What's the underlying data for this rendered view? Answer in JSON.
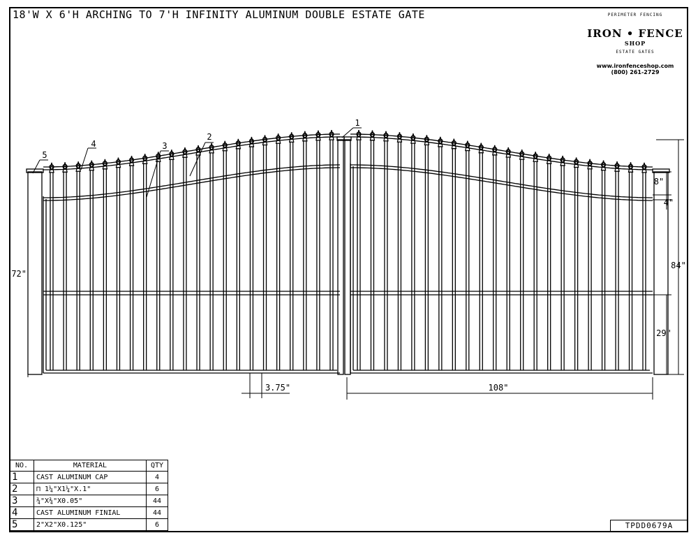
{
  "title": "18'W X 6'H ARCHING TO 7'H INFINITY ALUMINUM DOUBLE ESTATE GATE",
  "logo": {
    "arc_top": "PERIMETER FENCING",
    "brand": "IRON • FENCE",
    "sub": "SHOP",
    "arc_bottom": "ESTATE GATES",
    "url": "www.ironfenceshop.com",
    "phone": "(800) 261-2729"
  },
  "callouts": [
    "1",
    "2",
    "3",
    "4",
    "5"
  ],
  "dimensions": {
    "left_height": "72\"",
    "right_height": "84\"",
    "top_gap": "8\"",
    "rail_gap": "4\"",
    "mid_rail": "29\"",
    "picket_spacing": "3.75\"",
    "leaf_width": "108\""
  },
  "bom": {
    "headers": [
      "NO.",
      "MATERIAL",
      "QTY"
    ],
    "rows": [
      {
        "no": "1",
        "material": "CAST ALUMINUM CAP",
        "qty": "4"
      },
      {
        "no": "2",
        "material": "⊓ 1¼\"X1¼\"X.1\"",
        "qty": "6"
      },
      {
        "no": "3",
        "material": "¾\"X¾\"X0.05\"",
        "qty": "44"
      },
      {
        "no": "4",
        "material": "CAST ALUMINUM FINIAL",
        "qty": "44"
      },
      {
        "no": "5",
        "material": "2\"X2\"X0.125\"",
        "qty": "6"
      }
    ]
  },
  "drawing_number": "TPDD0679A"
}
